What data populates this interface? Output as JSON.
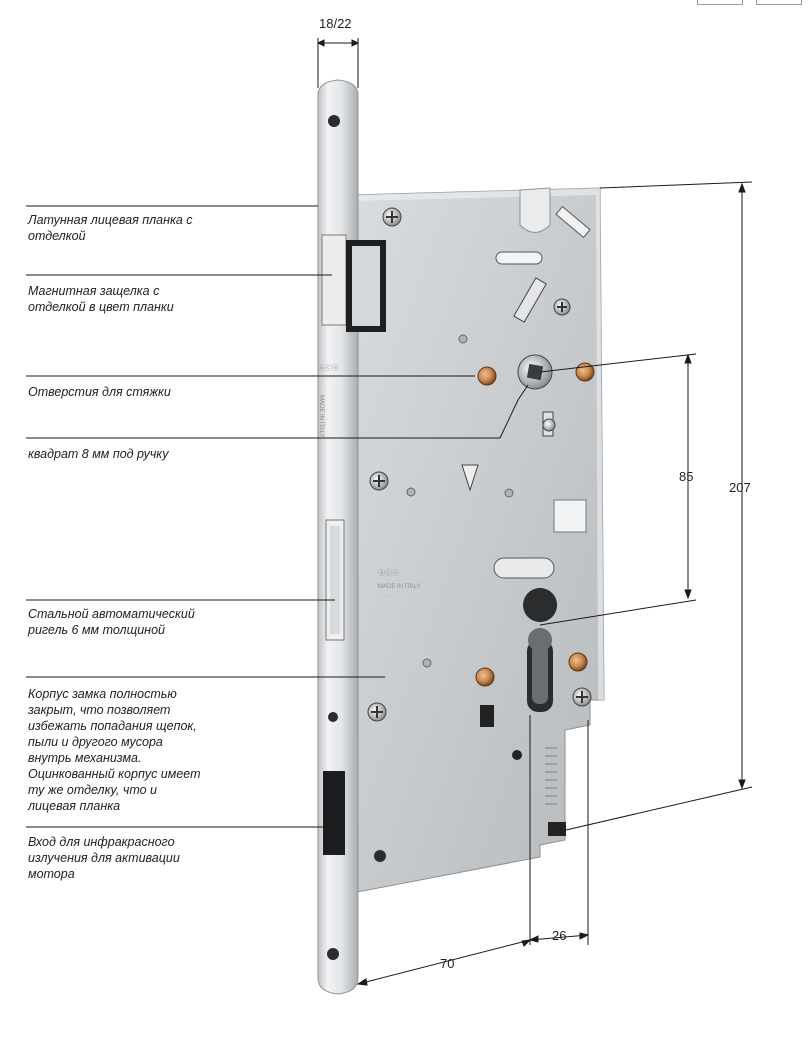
{
  "labels": {
    "faceplate": "Латунная лицевая планка с отделкой",
    "magnetic_latch": "Магнитная защелка с отделкой в цвет планки",
    "tie_holes": "Отверстия для стяжки",
    "square": "квадрат 8 мм под ручку",
    "deadbolt": "Стальной автоматический ригель 6 мм толщиной",
    "housing": "Корпус замка полностью закрыт, что позволяет избежать попадания щепок, пыли и другого мусора внутрь механизма. Оцинкованный корпус имеет ту же отделку, что и лицевая планка",
    "infrared": "Вход для инфракрасного излучения для активации мотора"
  },
  "dimensions": {
    "faceplate_width": "18/22",
    "total_height": "207",
    "axis_distance": "85",
    "backset": "70",
    "depth": "26"
  },
  "colors": {
    "faceplate": "#e6e8ea",
    "body": "#cfd2d4",
    "copper": "#c9874f",
    "leader": "#1a1a1a"
  },
  "icons": {
    "screw": "phillips-screw-icon",
    "cylinder": "euro-cylinder-hole-icon"
  }
}
